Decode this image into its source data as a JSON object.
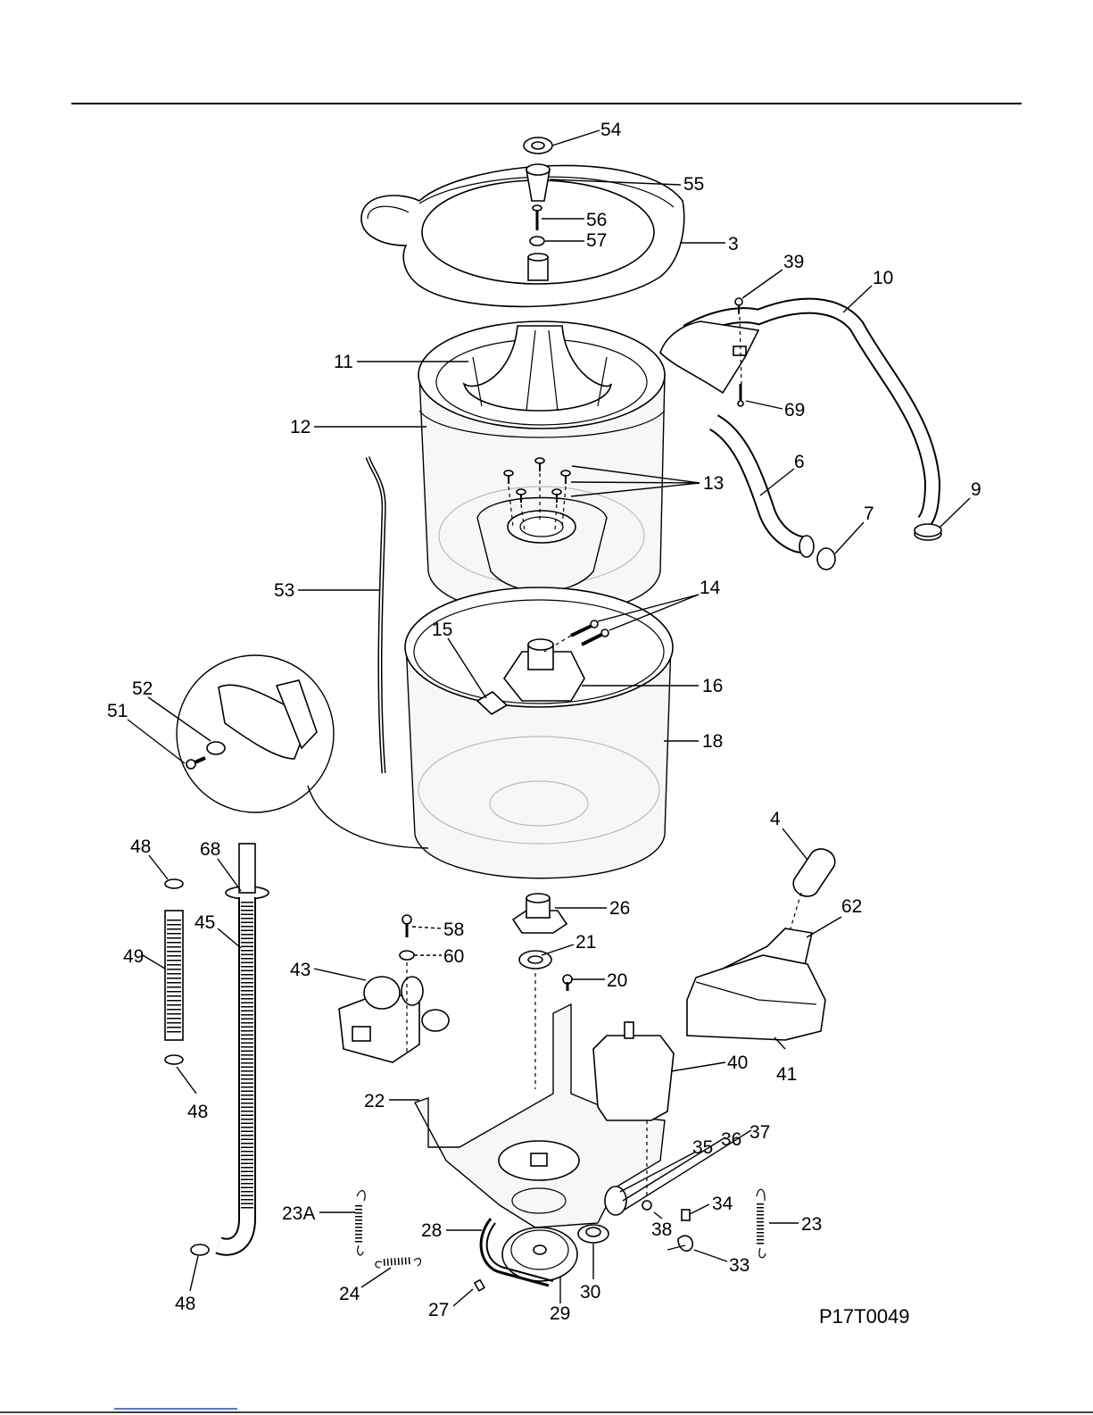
{
  "diagram_code": "P17T0049",
  "colors": {
    "line": "#000000",
    "link_underline": "#1a4dcc"
  },
  "callouts": [
    {
      "id": "54",
      "text": "54"
    },
    {
      "id": "55",
      "text": "55"
    },
    {
      "id": "56",
      "text": "56"
    },
    {
      "id": "57",
      "text": "57"
    },
    {
      "id": "3",
      "text": "3"
    },
    {
      "id": "39",
      "text": "39"
    },
    {
      "id": "10",
      "text": "10"
    },
    {
      "id": "11",
      "text": "11"
    },
    {
      "id": "69",
      "text": "69"
    },
    {
      "id": "12",
      "text": "12"
    },
    {
      "id": "6",
      "text": "6"
    },
    {
      "id": "13",
      "text": "13"
    },
    {
      "id": "9",
      "text": "9"
    },
    {
      "id": "7",
      "text": "7"
    },
    {
      "id": "53",
      "text": "53"
    },
    {
      "id": "14",
      "text": "14"
    },
    {
      "id": "15",
      "text": "15"
    },
    {
      "id": "16",
      "text": "16"
    },
    {
      "id": "52",
      "text": "52"
    },
    {
      "id": "51",
      "text": "51"
    },
    {
      "id": "18",
      "text": "18"
    },
    {
      "id": "4",
      "text": "4"
    },
    {
      "id": "48a",
      "text": "48"
    },
    {
      "id": "68",
      "text": "68"
    },
    {
      "id": "26",
      "text": "26"
    },
    {
      "id": "62",
      "text": "62"
    },
    {
      "id": "58",
      "text": "58"
    },
    {
      "id": "45",
      "text": "45"
    },
    {
      "id": "21",
      "text": "21"
    },
    {
      "id": "49",
      "text": "49"
    },
    {
      "id": "60",
      "text": "60"
    },
    {
      "id": "43",
      "text": "43"
    },
    {
      "id": "20",
      "text": "20"
    },
    {
      "id": "40",
      "text": "40"
    },
    {
      "id": "41",
      "text": "41"
    },
    {
      "id": "48b",
      "text": "48"
    },
    {
      "id": "22",
      "text": "22"
    },
    {
      "id": "35",
      "text": "35"
    },
    {
      "id": "36",
      "text": "36"
    },
    {
      "id": "37",
      "text": "37"
    },
    {
      "id": "34",
      "text": "34"
    },
    {
      "id": "23A",
      "text": "23A"
    },
    {
      "id": "23",
      "text": "23"
    },
    {
      "id": "28",
      "text": "28"
    },
    {
      "id": "38",
      "text": "38"
    },
    {
      "id": "33",
      "text": "33"
    },
    {
      "id": "24",
      "text": "24"
    },
    {
      "id": "30",
      "text": "30"
    },
    {
      "id": "48c",
      "text": "48"
    },
    {
      "id": "27",
      "text": "27"
    },
    {
      "id": "29",
      "text": "29"
    }
  ]
}
